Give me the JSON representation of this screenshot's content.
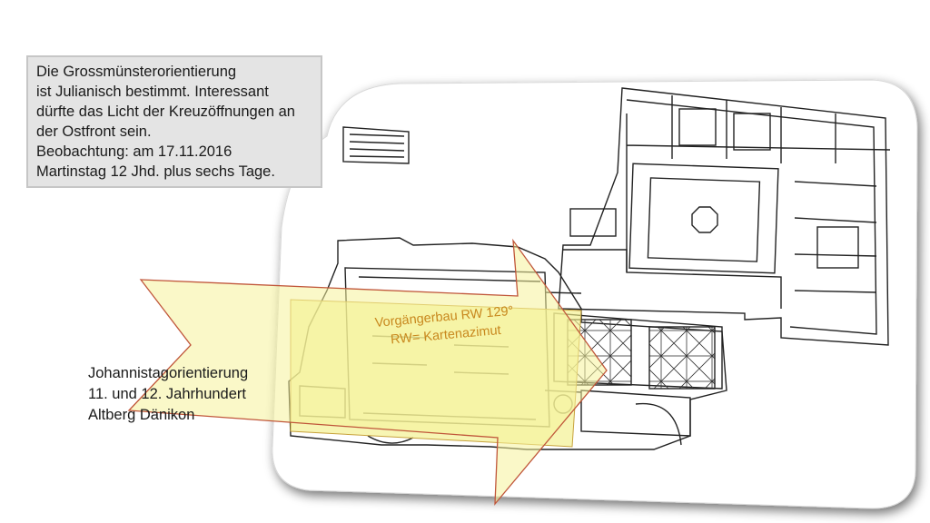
{
  "info_box": {
    "lines": [
      "Die Grossmünsterorientierung",
      "ist Julianisch bestimmt. Interessant",
      "dürfte das Licht der Kreuzöffnungen an",
      "der Ostfront sein.",
      "Beobachtung: am  17.11.2016",
      "Martinstag 12 Jhd. plus sechs Tage."
    ]
  },
  "johannis_label": {
    "lines": [
      "Johannistagorientierung",
      "11. und 12. Jahrhundert",
      "Altberg Dänikon"
    ]
  },
  "vorganger_label": {
    "lines": [
      "Vorgängerbau RW 129°",
      "RW= Kartenazimut"
    ]
  },
  "colors": {
    "highlight_fill": "#f3f08a",
    "highlight_stroke": "#c7a23c",
    "arrow_stroke": "#c0563a",
    "label_accent": "#c8881e",
    "plan_line": "#222222"
  }
}
